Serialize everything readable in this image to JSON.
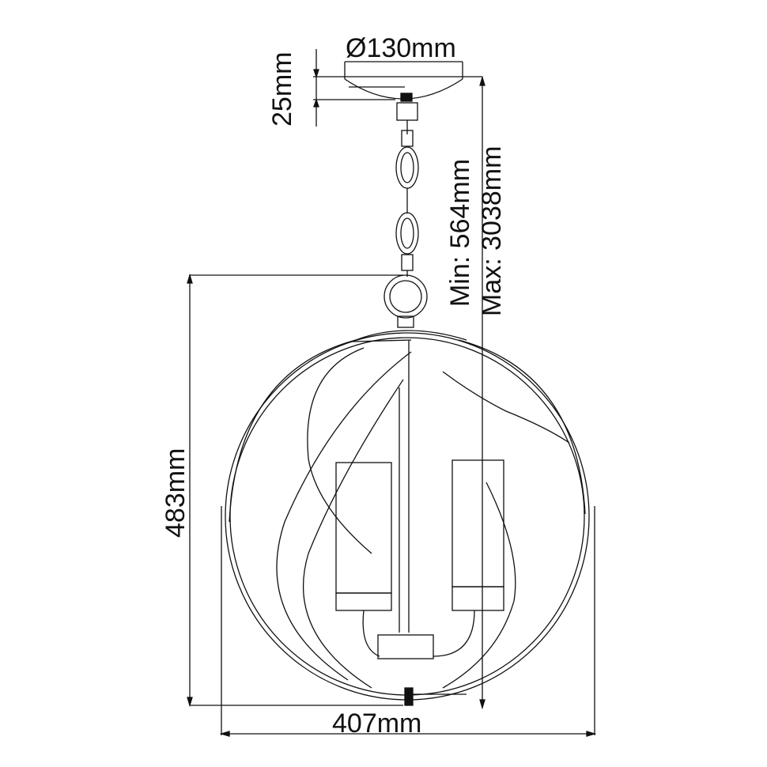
{
  "drawing": {
    "subject": "Spherical pendant light with chain, technical dimension drawing",
    "dimensions": {
      "canopy_diameter": "Ø130mm",
      "canopy_height": "25mm",
      "drop_min": "Min: 564mm",
      "drop_max": "Max: 3038mm",
      "body_height": "483mm",
      "body_width": "407mm"
    },
    "colors": {
      "line": "#111111",
      "background": "#ffffff"
    }
  }
}
